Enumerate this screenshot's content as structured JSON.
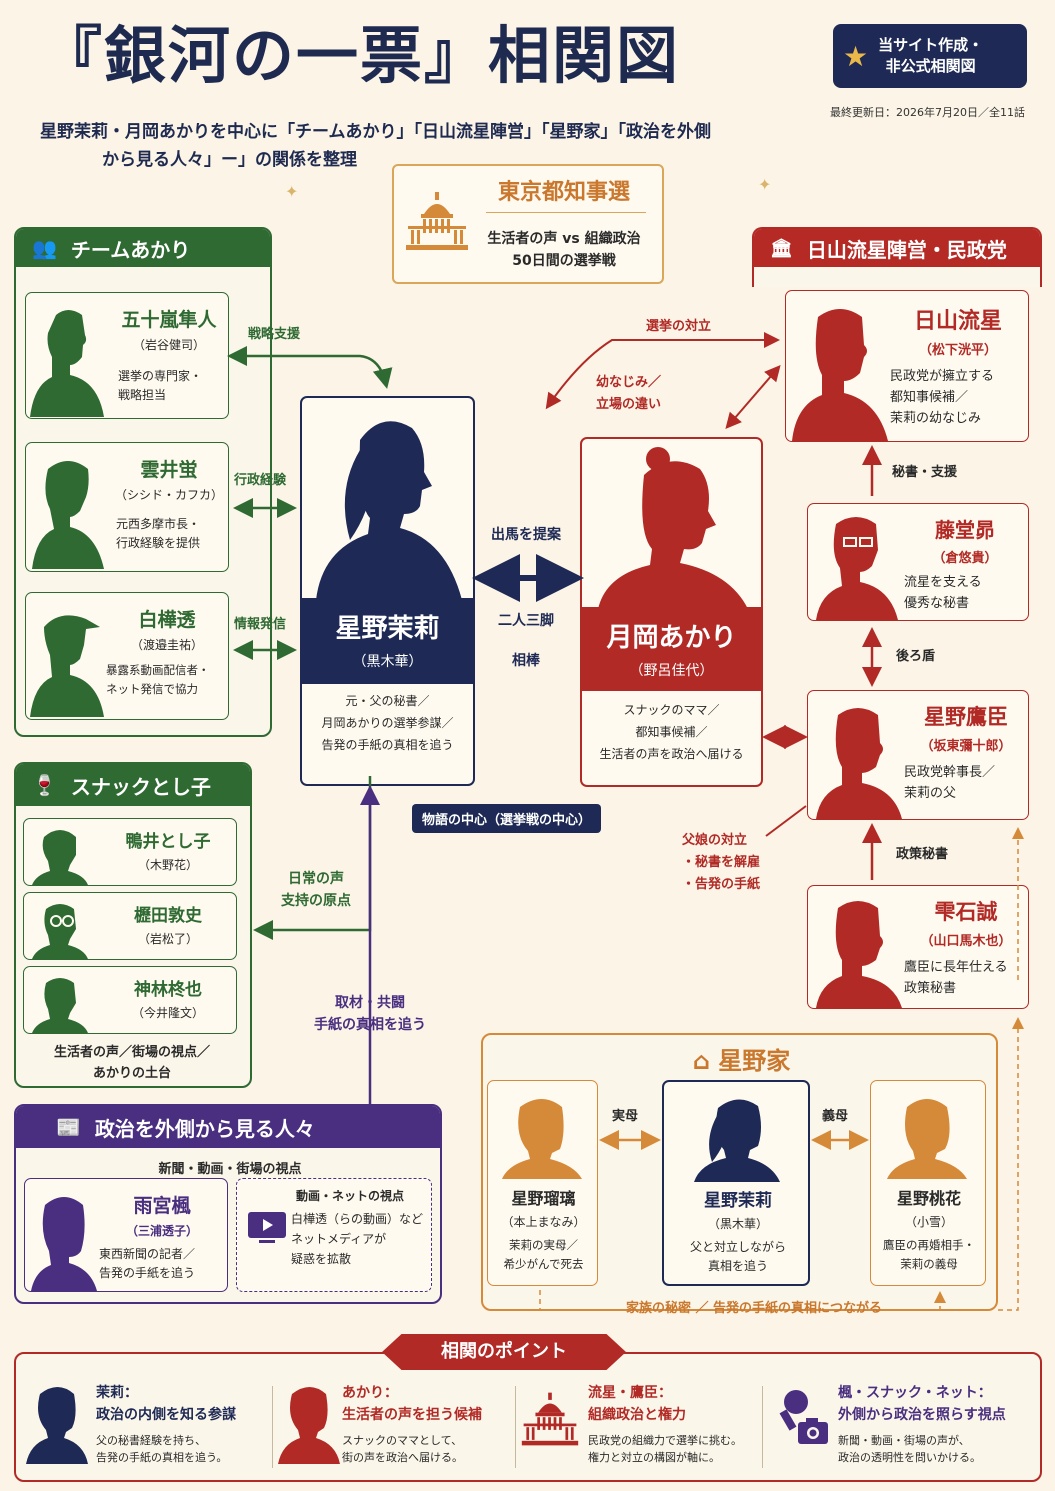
{
  "header": {
    "title": "『銀河の一票』相関図",
    "badge_line1": "当サイト作成・",
    "badge_line2": "非公式相関図",
    "updated": "最終更新日：2026年7月20日／全11話",
    "subtitle_line1": "星野茉莉・月岡あかりを中心に「チームあかり」「日山流星陣営」「星野家」「政治を外側",
    "subtitle_line2": "から見る人々」ー」の関係を整理"
  },
  "election": {
    "title": "東京都知事選",
    "line1": "生活者の声 vs 組織政治",
    "line2": "50日間の選挙戦"
  },
  "team_akari": {
    "title": "チームあかり",
    "members": [
      {
        "name": "五十嵐隼人",
        "actor": "（岩谷健司）",
        "desc1": "選挙の専門家・",
        "desc2": "戦略担当"
      },
      {
        "name": "雲井蛍",
        "actor": "（シシド・カフカ）",
        "desc1": "元西多摩市長・",
        "desc2": "行政経験を提供"
      },
      {
        "name": "白樺透",
        "actor": "（渡邉圭祐）",
        "desc1": "暴露系動画配信者・",
        "desc2": "ネット発信で協力"
      }
    ]
  },
  "snack": {
    "title": "スナックとし子",
    "members": [
      {
        "name": "鴨井とし子",
        "actor": "（木野花）"
      },
      {
        "name": "櫪田敦史",
        "actor": "（岩松了）"
      },
      {
        "name": "神林柊也",
        "actor": "（今井隆文）"
      }
    ],
    "footer1": "生活者の声／街場の視点／",
    "footer2": "あかりの土台"
  },
  "outside": {
    "title": "政治を外側から見る人々",
    "sub": "新聞・動画・街場の視点",
    "person": {
      "name": "雨宮楓",
      "actor": "（三浦透子）",
      "desc1": "東西新聞の記者／",
      "desc2": "告発の手紙を追う"
    },
    "media_title": "動画・ネットの視点",
    "media_desc1": "白樺透（らの動画）など",
    "media_desc2": "ネットメディアが",
    "media_desc3": "疑惑を拡散"
  },
  "mari": {
    "name": "星野茉莉",
    "actor": "（黒木華）",
    "desc1": "元・父の秘書／",
    "desc2": "月岡あかりの選挙参謀／",
    "desc3": "告発の手紙の真相を追う"
  },
  "akari": {
    "name": "月岡あかり",
    "actor": "（野呂佳代）",
    "desc1": "スナックのママ／",
    "desc2": "都知事候補／",
    "desc3": "生活者の声を政治へ届ける"
  },
  "center_label": "物語の中心（選挙戦の中心）",
  "nissan_camp": {
    "title": "日山流星陣営・民政党",
    "members": [
      {
        "name": "日山流星",
        "actor": "（松下洸平）",
        "desc1": "民政党が擁立する",
        "desc2": "都知事候補／",
        "desc3": "茉莉の幼なじみ"
      },
      {
        "name": "藤堂昴",
        "actor": "（倉悠貴）",
        "desc1": "流星を支える",
        "desc2": "優秀な秘書",
        "desc3": ""
      },
      {
        "name": "星野鷹臣",
        "actor": "（坂東彌十郎）",
        "desc1": "民政党幹事長／",
        "desc2": "茉莉の父",
        "desc3": ""
      },
      {
        "name": "雫石誠",
        "actor": "（山口馬木也）",
        "desc1": "鷹臣に長年仕える",
        "desc2": "政策秘書",
        "desc3": ""
      }
    ]
  },
  "hoshino_family": {
    "title": "星野家",
    "members": [
      {
        "name": "星野瑠璃",
        "actor": "（本上まなみ）",
        "desc1": "茉莉の実母／",
        "desc2": "希少がんで死去"
      },
      {
        "name": "星野茉莉",
        "actor": "（黒木華）",
        "desc1": "父と対立しながら",
        "desc2": "真相を追う"
      },
      {
        "name": "星野桃花",
        "actor": "（小雪）",
        "desc1": "鷹臣の再婚相手・",
        "desc2": "茉莉の義母"
      }
    ],
    "footer": "家族の秘密 ／ 告発の手紙の真相につながる"
  },
  "relations": {
    "strategy": "戦略支援",
    "admin": "行政経験",
    "info": "情報発信",
    "proposal": "出馬を提案",
    "partner1": "二人三脚",
    "partner2": "相棒",
    "rivalry": "選挙の対立",
    "childhood1": "幼なじみ／",
    "childhood2": "立場の違い",
    "secretary": "秘書・支援",
    "backing": "後ろ盾",
    "policy": "政策秘書",
    "fatherdaughter1": "父娘の対立",
    "fatherdaughter2": "・秘書を解雇",
    "fatherdaughter3": "・告発の手紙",
    "daily1": "日常の声",
    "daily2": "支持の原点",
    "coverage1": "取材・共闘",
    "coverage2": "手紙の真相を追う",
    "biomother": "実母",
    "stepmother": "義母"
  },
  "points": {
    "title": "相関のポイント",
    "items": [
      {
        "head1": "茉莉：",
        "head2": "政治の内側を知る参謀",
        "desc1": "父の秘書経験を持ち、",
        "desc2": "告発の手紙の真相を追う。"
      },
      {
        "head1": "あかり：",
        "head2": "生活者の声を担う候補",
        "desc1": "スナックのママとして、",
        "desc2": "街の声を政治へ届ける。"
      },
      {
        "head1": "流星・鷹臣：",
        "head2": "組織政治と権力",
        "desc1": "民政党の組織力で選挙に挑む。",
        "desc2": "権力と対立の構図が軸に。"
      },
      {
        "head1": "楓・スナック・ネット：",
        "head2": "外側から政治を照らす視点",
        "desc1": "新聞・動画・街場の声が、",
        "desc2": "政治の透明性を問いかける。"
      }
    ]
  },
  "colors": {
    "navy": "#1e2a55",
    "red": "#b12a26",
    "green": "#2f6a33",
    "purple": "#4a2f80",
    "orange": "#d58a3a",
    "gold": "#e9b94a"
  }
}
